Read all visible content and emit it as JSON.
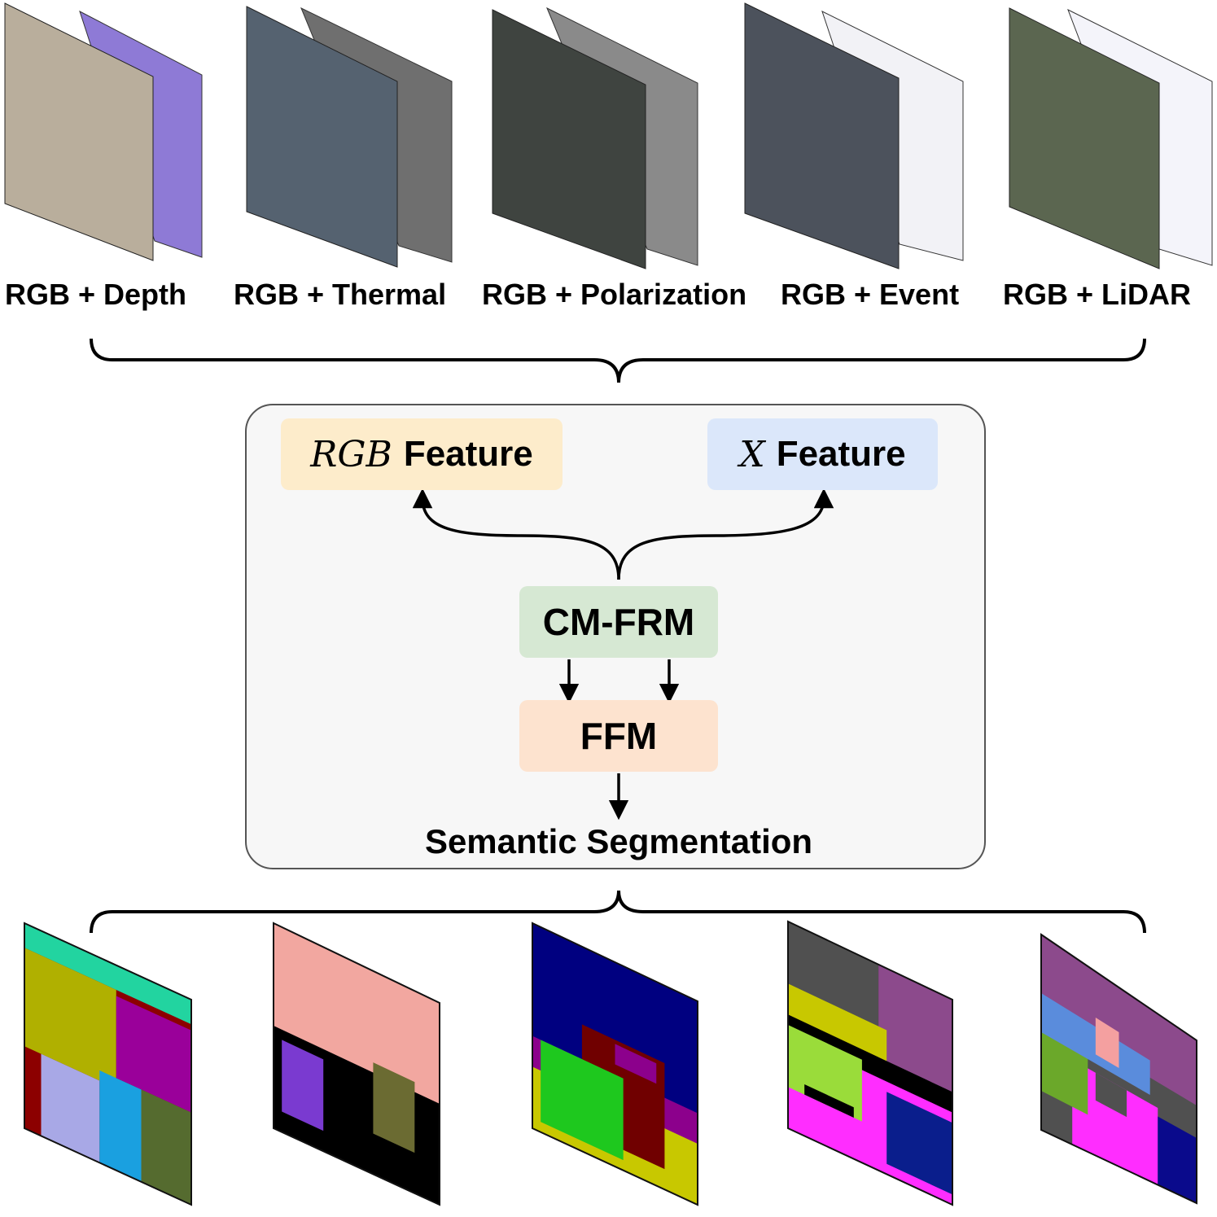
{
  "inputs": [
    {
      "label": "RGB + Depth",
      "rgb_color": "#b9ae9c",
      "x_color": "#8e7ad6"
    },
    {
      "label": "RGB + Thermal",
      "rgb_color": "#556270",
      "x_color": "#6f6f6f"
    },
    {
      "label": "RGB + Polarization",
      "rgb_color": "#3f4440",
      "x_color": "#8a8a8a"
    },
    {
      "label": "RGB + Event",
      "rgb_color": "#4c525c",
      "x_color": "#f2f2f6"
    },
    {
      "label": "RGB + LiDAR",
      "rgb_color": "#5b6650",
      "x_color": "#f4f4fa"
    }
  ],
  "model": {
    "rgb_feature": {
      "math": "RGB",
      "text": "Feature",
      "color": "#fdeccb"
    },
    "x_feature": {
      "math": "X",
      "text": "Feature",
      "color": "#dbe7fa"
    },
    "cm_frm": {
      "label": "CM-FRM",
      "color": "#d6e8d3"
    },
    "ffm": {
      "label": "FFM",
      "color": "#fde3cf"
    },
    "output": "Semantic Segmentation"
  },
  "outputs": [
    {
      "name": "depth-segmentation",
      "colors": [
        "#8c0000",
        "#22d4a0",
        "#b0b000",
        "#9a009a",
        "#a8a8e6",
        "#1aa0e0",
        "#556b2f"
      ]
    },
    {
      "name": "thermal-segmentation",
      "colors": [
        "#000000",
        "#f2a7a0",
        "#7a3ad0",
        "#6b6b32"
      ]
    },
    {
      "name": "polarization-segmentation",
      "colors": [
        "#8c008c",
        "#000080",
        "#c8c800",
        "#700000",
        "#1ec81e"
      ]
    },
    {
      "name": "event-segmentation",
      "colors": [
        "#000000",
        "#505050",
        "#8c4a8c",
        "#ff2dff",
        "#0a1e8c",
        "#9adc3a",
        "#c8c800"
      ]
    },
    {
      "name": "lidar-segmentation",
      "colors": [
        "#505050",
        "#8c4a8c",
        "#ff2dff",
        "#0a0a8c",
        "#6ba82a",
        "#5a8cdc",
        "#f4a0a0"
      ]
    }
  ]
}
